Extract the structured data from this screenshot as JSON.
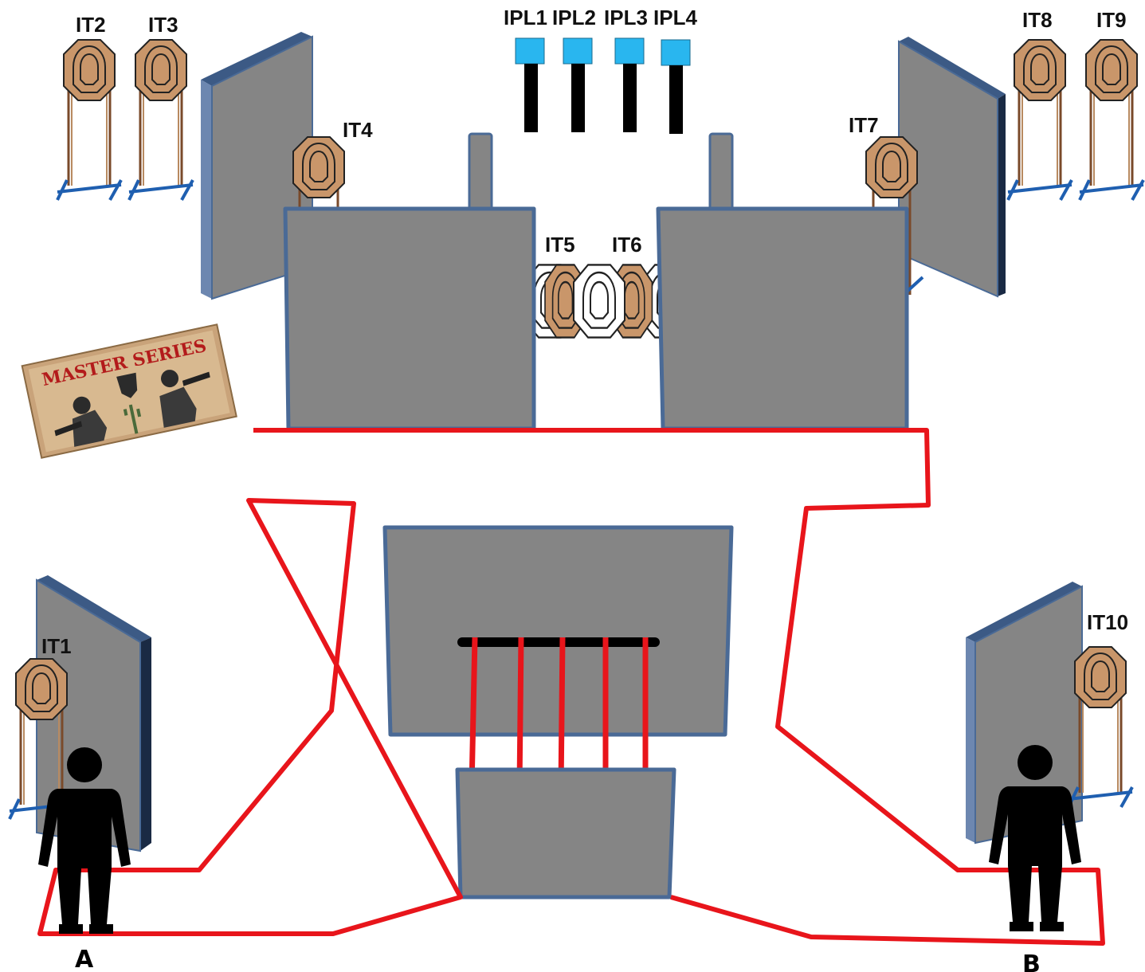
{
  "targets": {
    "it1": "IT1",
    "it2": "IT2",
    "it3": "IT3",
    "it4": "IT4",
    "it5": "IT5",
    "it6": "IT6",
    "it7": "IT7",
    "it8": "IT8",
    "it9": "IT9",
    "it10": "IT10"
  },
  "poppers": {
    "ipl1": "IPL1",
    "ipl2": "IPL2",
    "ipl3": "IPL3",
    "ipl4": "IPL4"
  },
  "positions": {
    "a": "A",
    "b": "B"
  },
  "logo": {
    "text": "MASTER SERIES"
  },
  "colors": {
    "wall": "#858585",
    "wall_edge": "#4a6a96",
    "fault_line": "#e8151b",
    "target": "#c9966a",
    "popper": "#29b6ef",
    "stand": "#3a7fd0"
  }
}
